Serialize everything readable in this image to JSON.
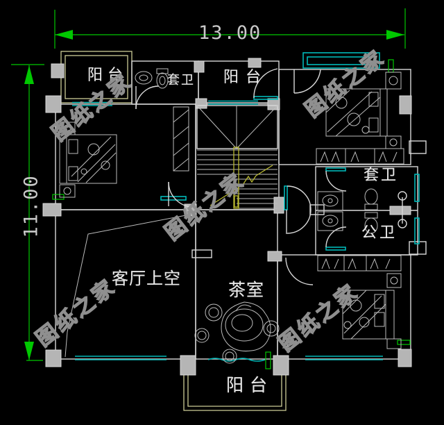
{
  "drawing": {
    "type": "floor-plan",
    "dimensions": {
      "width_label": "13.00",
      "height_label": "11.00"
    },
    "rooms": {
      "balcony_top_left": "阳台",
      "bath_ensuite_top": "套卫",
      "balcony_top_middle": "阳台",
      "bath_ensuite_right": "套卫",
      "bath_public": "公卫",
      "living_room_void": "客厅上空",
      "tea_room": "茶室",
      "balcony_bottom": "阳台"
    },
    "watermark": {
      "text": "图纸之家"
    },
    "colors": {
      "background": "#000000",
      "wall": "#d9d9d9",
      "window": "#00b8b8",
      "dimension": "#00c800",
      "balcony_outline": "#cdcd96",
      "stair_rail": "#b9b932",
      "column_fill": "#b5b5b5",
      "label_text": "#e6e6e6",
      "watermark": "#8f8f8f"
    }
  }
}
